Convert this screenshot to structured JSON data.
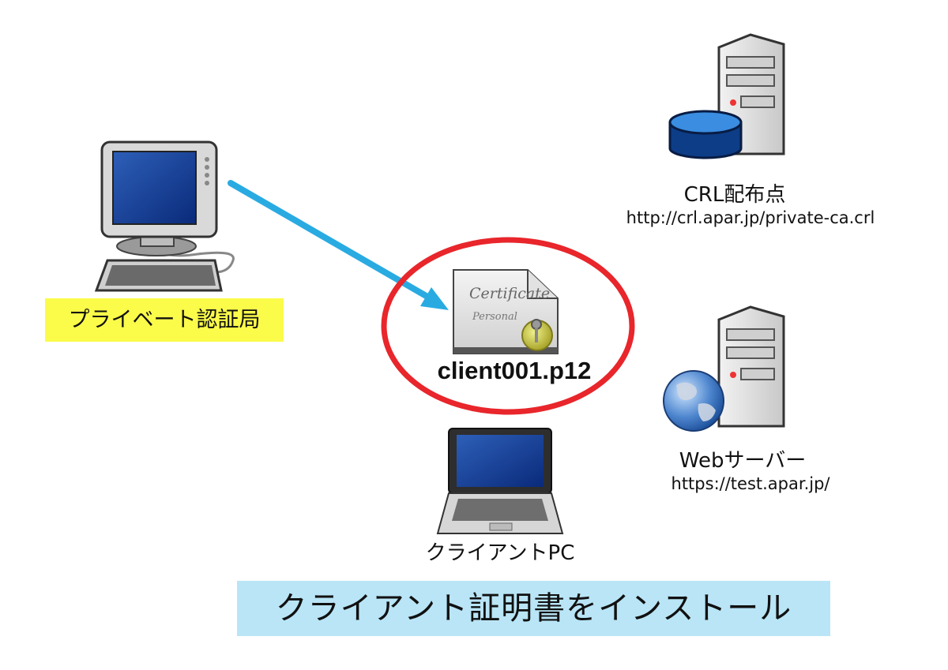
{
  "nodes": {
    "ca": {
      "label": "プライベート認証局",
      "icon": "desktop-computer-icon"
    },
    "certificate": {
      "filename": "client001.p12",
      "icon": "certificate-file-icon",
      "text1": "Certificate",
      "text2": "Personal"
    },
    "client": {
      "label": "クライアントPC",
      "icon": "laptop-icon"
    },
    "crl": {
      "label": "CRL配布点",
      "url": "http://crl.apar.jp/private-ca.crl",
      "icon": "database-server-icon"
    },
    "web": {
      "label": "Webサーバー",
      "url": "https://test.apar.jp/",
      "icon": "web-server-icon"
    }
  },
  "banner": {
    "text": "クライアント証明書をインストール"
  },
  "colors": {
    "arrow": "#29abe2",
    "highlight_ring": "#e8262b",
    "ca_label_bg": "#fbfb4a",
    "banner_bg": "#b9e5f6"
  }
}
